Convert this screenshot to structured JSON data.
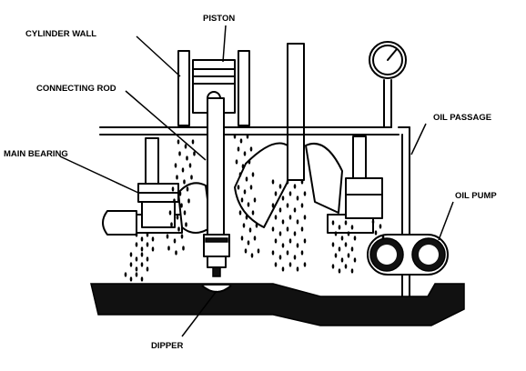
{
  "diagram": {
    "labels": {
      "piston": "PISTON",
      "cylinder_wall": "CYLINDER WALL",
      "connecting_rod": "CONNECTING ROD",
      "main_bearing": "MAIN BEARING",
      "oil_passage": "OIL PASSAGE",
      "oil_pump": "OIL PUMP",
      "dipper": "DIPPER"
    },
    "colors": {
      "ink": "#000000",
      "background": "#ffffff"
    },
    "icons": [
      "pressure-gauge-icon",
      "gear-pump-icon",
      "oil-droplet-icon"
    ]
  }
}
